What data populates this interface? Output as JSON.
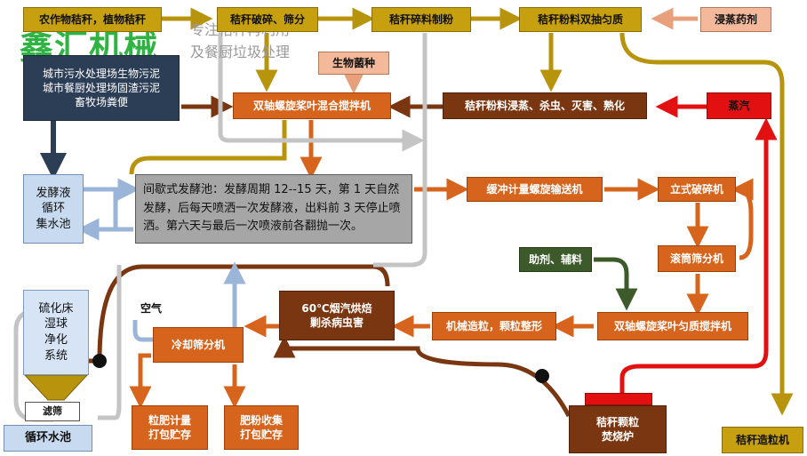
{
  "brand": {
    "logo": "鑫汇机械",
    "slogan_line1": "专注秸秆再利用",
    "slogan_line2": "及餐厨垃圾处理"
  },
  "nodes": {
    "crop_straw": "农作物秸秆，植物秸秆",
    "straw_crush": "秸秆破碎、筛分",
    "straw_powder": "秸秆碎料制粉",
    "twin_shaft_mix": "秸秆粉料双抽匀质",
    "steam_agent": "浸蒸药剂",
    "microbe": "生物菌种",
    "waste_sources": "城市污水处理场生物污泥\n城市餐厨处理场固渣污泥\n畜牧场粪便",
    "spiral_blade_mixer": "双轴螺旋桨叶混合搅拌机",
    "steam_kill": "秸秆粉料浸蒸、杀虫、灭害、熟化",
    "steam": "蒸汽",
    "ferment_pool": "发酵液\n循环\n集水池",
    "ferment_desc": "间歇式发酵池：发酵周期 12--15 天，第 1 天自然发酵，后每天喷洒一次发酵液，出料前 3 天停止喷洒。第六天与最后一次喷液前各翻抛一次。",
    "buffer_conveyor": "缓冲计量螺旋输送机",
    "vertical_crusher": "立式破碎机",
    "drum_screen": "滚筒筛分机",
    "additives": "助剂、辅料",
    "uniform_mixer": "双轴螺旋桨叶匀质搅拌机",
    "granulator": "机械造粒，颗粒整形",
    "flue_dryer": "60℃烟汽烘焙\n剿杀病虫害",
    "air": "空气",
    "cool_screen": "冷却筛分机",
    "pellet_pack": "粒肥计量\n打包贮存",
    "powder_pack": "肥粉收集\n打包贮存",
    "desulfur": "硫化床\n湿球\n净化\n系统",
    "filter": "滤筛",
    "circ_pool": "循环水池",
    "pellet_burner": "秸秆颗粒\n焚烧炉",
    "straw_pelletizer": "秸秆造粒机"
  },
  "colors": {
    "gold": "#c7a00f",
    "orange": "#d7641c",
    "brown": "#7a3610",
    "navy": "#2c3e55",
    "steam_red": "#e21010",
    "green": "#3d5a2a",
    "logo_green": "#2fb343"
  }
}
